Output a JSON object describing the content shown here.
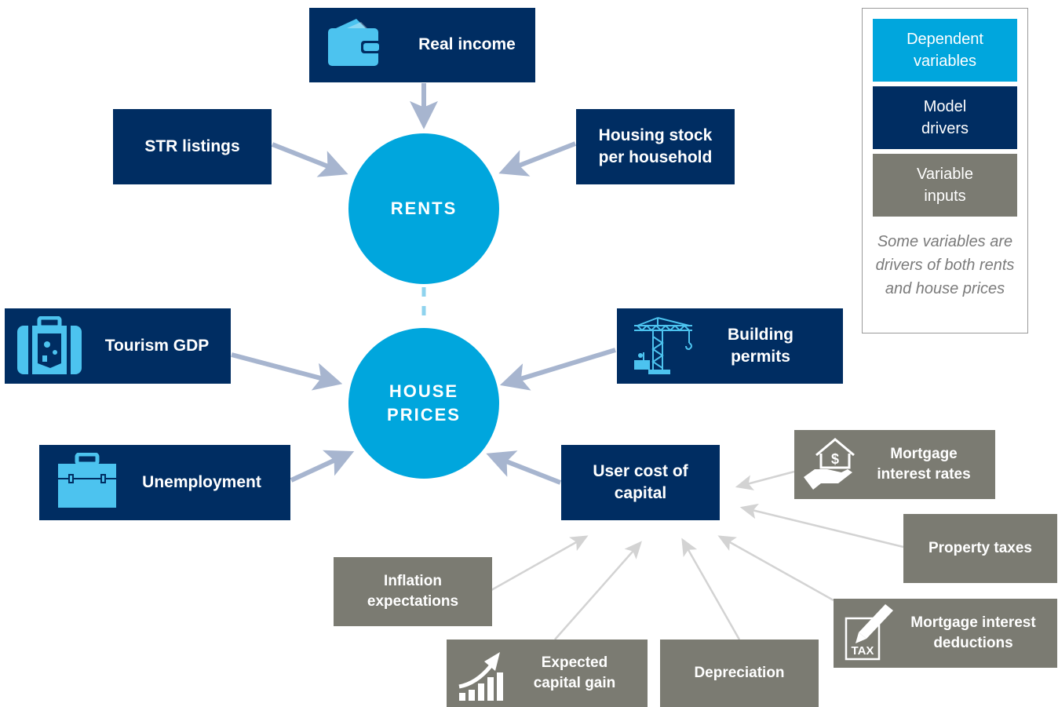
{
  "colors": {
    "dependent": "#00a6dd",
    "driver": "#002d62",
    "input": "#7b7b72",
    "arrow_driver": "#a7b5cf",
    "arrow_input": "#d3d3d3",
    "icon_blue": "#4cc3ef"
  },
  "centers": {
    "rents": "RENTS",
    "house_prices": "HOUSE\nPRICES"
  },
  "drivers": {
    "real_income": {
      "label": "Real income",
      "icon": "wallet-icon"
    },
    "str_listings": {
      "label": "STR listings"
    },
    "housing_stock": {
      "label": "Housing stock\nper household"
    },
    "tourism_gdp": {
      "label": "Tourism GDP",
      "icon": "suitcase-icon"
    },
    "building_permits": {
      "label": "Building\npermits",
      "icon": "crane-icon"
    },
    "unemployment": {
      "label": "Unemployment",
      "icon": "briefcase-icon"
    },
    "user_cost": {
      "label": "User cost of\ncapital"
    }
  },
  "inputs": {
    "mortgage_rates": {
      "label": "Mortgage\ninterest rates",
      "icon": "house-dollar-hand-icon"
    },
    "property_taxes": {
      "label": "Property taxes"
    },
    "mortgage_deductions": {
      "label": "Mortgage interest\ndeductions",
      "icon": "tax-form-pen-icon"
    },
    "inflation": {
      "label": "Inflation\nexpectations"
    },
    "capital_gain": {
      "label": "Expected\ncapital gain",
      "icon": "growth-chart-icon"
    },
    "depreciation": {
      "label": "Depreciation"
    }
  },
  "legend": {
    "dependent": "Dependent\nvariables",
    "drivers": "Model\ndrivers",
    "inputs": "Variable\ninputs",
    "note": "Some variables are drivers of both rents and house prices"
  }
}
